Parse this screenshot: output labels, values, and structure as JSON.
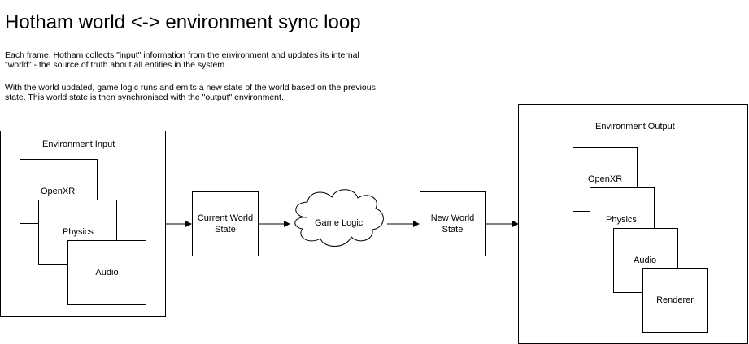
{
  "title": "Hotham world <-> environment sync loop",
  "description": {
    "paragraph1": "Each frame, Hotham collects \"input\" information from the environment and updates its internal \"world\" - the source of truth about all entities in the system.",
    "paragraph2": "With the world updated, game logic runs and emits a new state of the world based on the previous state. This world state is then synchronised with the \"output\" environment."
  },
  "input_env": {
    "label": "Environment Input",
    "items": [
      "OpenXR",
      "Physics",
      "Audio"
    ]
  },
  "current_world_state": "Current World State",
  "game_logic": "Game Logic",
  "new_world_state": "New World State",
  "output_env": {
    "label": "Environment Output",
    "items": [
      "OpenXR",
      "Physics",
      "Audio",
      "Renderer"
    ]
  }
}
